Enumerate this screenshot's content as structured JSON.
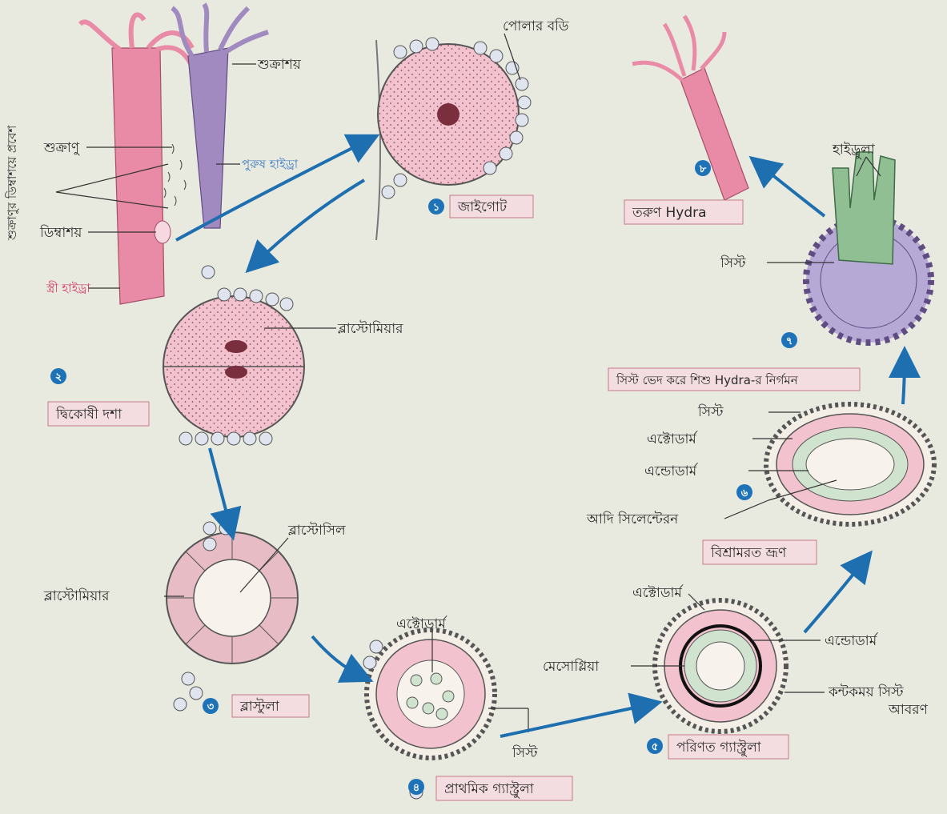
{
  "colors": {
    "background": "#e9eadf",
    "stage_circle": "#1e73b8",
    "female_hydra": "#e98aa6",
    "male_hydra": "#a08ac0",
    "cell_pink": "#f2c3cf",
    "cyst_purple": "#b7a9d6",
    "tentacle_green": "#8fbf93",
    "arrow_blue": "#1e6fb0",
    "label_box_fill": "#f4dde0",
    "label_box_border": "#c47a8a"
  },
  "side_caption": "শুক্রাণুর ডিম্বাশয়ে প্রবেশ",
  "hydra_adults": {
    "testis": "শুক্রাশয়",
    "sperm": "শুক্রাণু",
    "male": "পুরুষ হাইড্রা",
    "ovary": "ডিম্বাশয়",
    "female": "স্ত্রী হাইড্রা"
  },
  "stages": {
    "s1": {
      "num": "১",
      "name": "জাইগোট",
      "polar": "পোলার বডি"
    },
    "s2": {
      "num": "২",
      "name": "দ্বিকোষী দশা",
      "blastomere": "ব্লাস্টোমিয়ার"
    },
    "s3": {
      "num": "৩",
      "name": "ব্লাস্টুলা",
      "blastocoel": "ব্লাস্টোসিল",
      "blastomere": "ব্লাস্টোমিয়ার"
    },
    "s4": {
      "num": "৪",
      "name": "প্রাথমিক গ্যাস্ট্রুলা",
      "ectoderm": "এক্টোডার্ম",
      "cyst": "সিস্ট"
    },
    "s5": {
      "num": "৫",
      "name": "পরিণত গ্যাস্ট্রুলা",
      "ectoderm": "এক্টোডার্ম",
      "endoderm": "এন্ডোডার্ম",
      "mesoglea": "মেসোগ্লিয়া",
      "cyst_cover_1": "কন্টকময় সিস্ট",
      "cyst_cover_2": "আবরণ"
    },
    "s6": {
      "num": "৬",
      "name": "বিশ্রামরত ভ্রূণ",
      "cyst": "সিস্ট",
      "ectoderm": "এক্টোডার্ম",
      "endoderm": "এন্ডোডার্ম",
      "coelenteron": "আদি সিলেন্টেরন"
    },
    "s7": {
      "num": "৭",
      "name": "সিস্ট ভেদ করে শিশু Hydra-র নির্গমন",
      "cyst": "সিস্ট",
      "hydrula": "হাইড্রুলা"
    },
    "s8": {
      "num": "৮",
      "name": "তরুণ Hydra"
    }
  }
}
